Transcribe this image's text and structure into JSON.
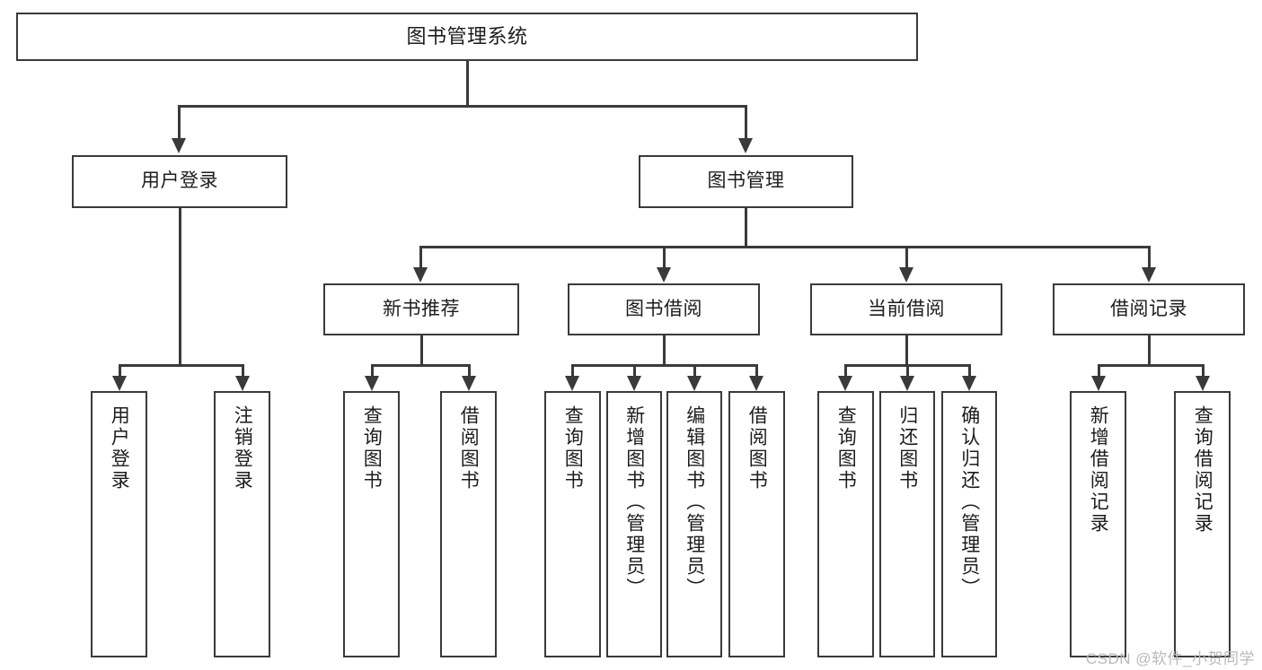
{
  "diagram": {
    "title": "图书管理系统",
    "watermark": "CSDN @软件_小贺同学",
    "levels": {
      "root": "图书管理系统",
      "level2": [
        "用户登录",
        "图书管理"
      ],
      "level3": [
        "新书推荐",
        "图书借阅",
        "当前借阅",
        "借阅记录"
      ]
    },
    "nodes": {
      "root": {
        "label": "图书管理系统"
      },
      "user_login": {
        "label": "用户登录"
      },
      "book_manage": {
        "label": "图书管理"
      },
      "new_book_rec": {
        "label": "新书推荐"
      },
      "book_borrow": {
        "label": "图书借阅"
      },
      "current_borrow": {
        "label": "当前借阅"
      },
      "borrow_record": {
        "label": "借阅记录"
      },
      "leaf_user_login": {
        "label": "用户登录"
      },
      "leaf_logout": {
        "label": "注销登录"
      },
      "leaf_query_book_a": {
        "label": "查询图书"
      },
      "leaf_borrow_book_a": {
        "label": "借阅图书"
      },
      "leaf_query_book_b": {
        "label": "查询图书"
      },
      "leaf_add_book": {
        "label": "新增图书（管理员）"
      },
      "leaf_edit_book": {
        "label": "编辑图书（管理员）"
      },
      "leaf_borrow_book_b": {
        "label": "借阅图书"
      },
      "leaf_query_book_c": {
        "label": "查询图书"
      },
      "leaf_return_book": {
        "label": "归还图书"
      },
      "leaf_confirm_return": {
        "label": "确认归还（管理员）"
      },
      "leaf_add_record": {
        "label": "新增借阅记录"
      },
      "leaf_query_record": {
        "label": "查询借阅记录"
      }
    },
    "colors": {
      "border": "#3a3a3a",
      "background": "#ffffff",
      "text": "#1c1c1c",
      "watermark": "#b9b9b9"
    }
  }
}
